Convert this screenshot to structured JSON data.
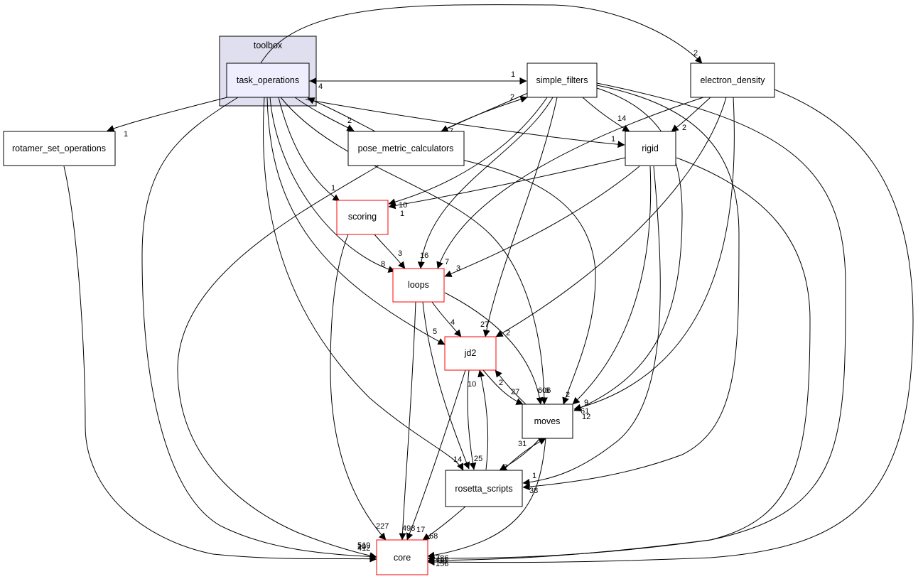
{
  "diagram": {
    "cluster": {
      "label": "toolbox",
      "fill": "#dfdfef",
      "stroke": "#000000"
    },
    "nodes": {
      "task_operations": {
        "label": "task_operations",
        "style": "focus"
      },
      "rotamer_set_operations": {
        "label": "rotamer_set_operations",
        "style": "plain"
      },
      "pose_metric_calculators": {
        "label": "pose_metric_calculators",
        "style": "plain"
      },
      "simple_filters": {
        "label": "simple_filters",
        "style": "plain"
      },
      "electron_density": {
        "label": "electron_density",
        "style": "plain"
      },
      "rigid": {
        "label": "rigid",
        "style": "plain"
      },
      "scoring": {
        "label": "scoring",
        "style": "red"
      },
      "loops": {
        "label": "loops",
        "style": "red"
      },
      "jd2": {
        "label": "jd2",
        "style": "red"
      },
      "moves": {
        "label": "moves",
        "style": "plain"
      },
      "rosetta_scripts": {
        "label": "rosetta_scripts",
        "style": "plain"
      },
      "core": {
        "label": "core",
        "style": "red"
      }
    },
    "edges": [
      {
        "from": "task_operations",
        "to": "simple_filters",
        "label": "1"
      },
      {
        "from": "simple_filters",
        "to": "task_operations",
        "label": "4"
      },
      {
        "from": "task_operations",
        "to": "electron_density",
        "label": "2"
      },
      {
        "from": "task_operations",
        "to": "rotamer_set_operations",
        "label": "1"
      },
      {
        "from": "task_operations",
        "to": "pose_metric_calculators",
        "label": "2"
      },
      {
        "from": "task_operations",
        "to": "rigid",
        "label": "1"
      },
      {
        "from": "task_operations",
        "to": "scoring",
        "label": "1"
      },
      {
        "from": "task_operations",
        "to": "loops",
        "label": "8"
      },
      {
        "from": "task_operations",
        "to": "jd2",
        "label": "5"
      },
      {
        "from": "task_operations",
        "to": "moves",
        "label": "606"
      },
      {
        "from": "task_operations",
        "to": "rosetta_scripts",
        "label": "14"
      },
      {
        "from": "task_operations",
        "to": "core",
        "label": "519"
      },
      {
        "from": "pose_metric_calculators",
        "to": "task_operations",
        "label": ""
      },
      {
        "from": "pose_metric_calculators",
        "to": "simple_filters",
        "label": "2"
      },
      {
        "from": "pose_metric_calculators",
        "to": "moves",
        "label": "2"
      },
      {
        "from": "pose_metric_calculators",
        "to": "core",
        "label": "412"
      },
      {
        "from": "simple_filters",
        "to": "pose_metric_calculators",
        "label": "7"
      },
      {
        "from": "simple_filters",
        "to": "rigid",
        "label": "14"
      },
      {
        "from": "simple_filters",
        "to": "scoring",
        "label": "10"
      },
      {
        "from": "simple_filters",
        "to": "loops",
        "label": "16"
      },
      {
        "from": "simple_filters",
        "to": "jd2",
        "label": "27"
      },
      {
        "from": "simple_filters",
        "to": "moves",
        "label": "61"
      },
      {
        "from": "simple_filters",
        "to": "rosetta_scripts",
        "label": "1"
      },
      {
        "from": "simple_filters",
        "to": "core",
        "label": "786"
      },
      {
        "from": "electron_density",
        "to": "rigid",
        "label": "2"
      },
      {
        "from": "electron_density",
        "to": "loops",
        "label": "7"
      },
      {
        "from": "electron_density",
        "to": "jd2",
        "label": "2"
      },
      {
        "from": "electron_density",
        "to": "moves",
        "label": "12"
      },
      {
        "from": "electron_density",
        "to": "core",
        "label": "156"
      },
      {
        "from": "rigid",
        "to": "scoring",
        "label": "1"
      },
      {
        "from": "rigid",
        "to": "loops",
        "label": "3"
      },
      {
        "from": "rigid",
        "to": "moves",
        "label": "9"
      },
      {
        "from": "rigid",
        "to": "rosetta_scripts",
        "label": "38"
      },
      {
        "from": "rigid",
        "to": "core",
        "label": "38"
      },
      {
        "from": "rotamer_set_operations",
        "to": "core",
        "label": "10"
      },
      {
        "from": "scoring",
        "to": "loops",
        "label": "3"
      },
      {
        "from": "scoring",
        "to": "core",
        "label": "227"
      },
      {
        "from": "loops",
        "to": "jd2",
        "label": "4"
      },
      {
        "from": "loops",
        "to": "moves",
        "label": "6"
      },
      {
        "from": "loops",
        "to": "rosetta_scripts",
        "label": ""
      },
      {
        "from": "loops",
        "to": "core",
        "label": "498"
      },
      {
        "from": "jd2",
        "to": "moves",
        "label": "27"
      },
      {
        "from": "jd2",
        "to": "rosetta_scripts",
        "label": "25"
      },
      {
        "from": "jd2",
        "to": "core",
        "label": "17"
      },
      {
        "from": "moves",
        "to": "jd2",
        "label": "2"
      },
      {
        "from": "moves",
        "to": "rosetta_scripts",
        "label": "2"
      },
      {
        "from": "moves",
        "to": "core",
        "label": "4"
      },
      {
        "from": "rosetta_scripts",
        "to": "jd2",
        "label": "10"
      },
      {
        "from": "rosetta_scripts",
        "to": "moves",
        "label": "31"
      },
      {
        "from": "rosetta_scripts",
        "to": "core",
        "label": "68"
      }
    ]
  },
  "colors": {
    "focus_fill": "#eeeeff",
    "cluster_fill": "#dfdfef",
    "red_stroke": "#ff0000",
    "stroke": "#000000"
  }
}
